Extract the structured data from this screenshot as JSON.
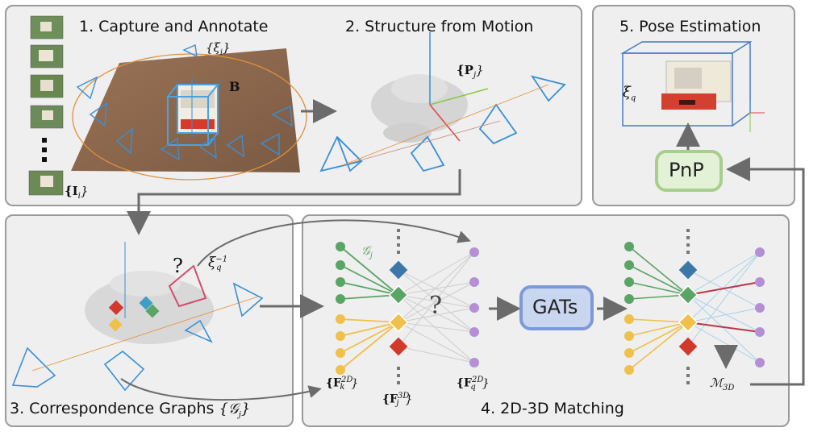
{
  "panels": {
    "capture": {
      "title": "1. Capture and Annotate"
    },
    "sfm": {
      "title": "2. Structure from Motion"
    },
    "pose": {
      "title": "5. Pose Estimation"
    },
    "graphs": {
      "title": "3. Correspondence Graphs"
    },
    "matching": {
      "title": "4. 2D-3D Matching"
    }
  },
  "labels": {
    "xi_i": "{ξ",
    "xi_i_sub": "i",
    "xi_i_close": "}",
    "B": "B",
    "I_i": "{I",
    "I_i_sub": "i",
    "I_i_close": "}",
    "P_j": "{P",
    "P_j_sub": "j",
    "P_j_close": "}",
    "xi_q": "ξ",
    "xi_q_sub": "q",
    "pnp": "PnP",
    "question_graphs": "?",
    "xi_q_inv": "ξ",
    "xi_q_inv_sup": "−1",
    "xi_q_inv_sub": "q",
    "graphs_symbol": "{𝒢",
    "graphs_symbol_sub": "j",
    "graphs_symbol_close": "}",
    "G_j": "𝒢",
    "G_j_sub": "j",
    "question_match": "?",
    "gats": "GATs",
    "F2Dk": "{F",
    "F2Dk_sup": "2D",
    "F2Dk_sub": "k",
    "F2Dk_close": "}",
    "F3Dj": "{F",
    "F3Dj_sup": "3D",
    "F3Dj_sub": "j",
    "F3Dj_close": "}",
    "F2Dq": "{F",
    "F2Dq_sup": "2D",
    "F2Dq_sub": "q",
    "F2Dq_close": "}",
    "M3D": "ℳ",
    "M3D_sub": "3D"
  },
  "colors": {
    "panel_bg": "#efefef",
    "panel_border": "#9a9a9a",
    "camera": "#3a8fd6",
    "arrow": "#6b6b6b",
    "green_node": "#5aa466",
    "yellow_node": "#efc04a",
    "purple_node": "#b58fd6",
    "blue_diamond": "#3d77a8",
    "red_diamond": "#d0392b",
    "pnp_fill": "#e3f1d6",
    "pnp_border": "#a7cf8c",
    "gats_fill": "#c9d6f0",
    "gats_border": "#7d9ad8",
    "match_red": "#b8364a"
  }
}
